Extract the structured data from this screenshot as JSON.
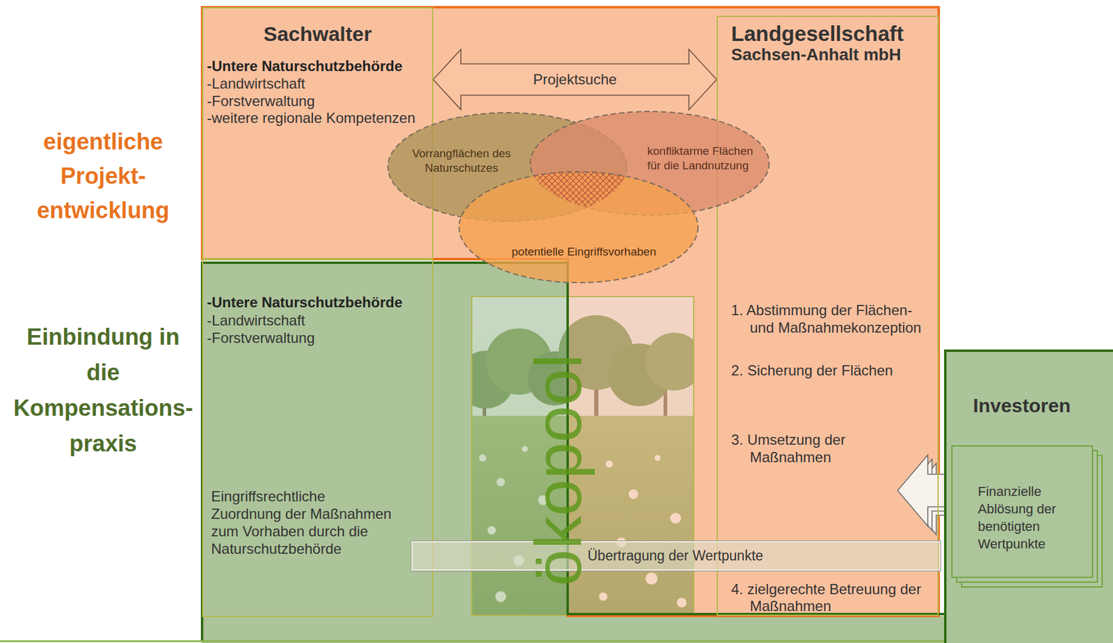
{
  "diagram": {
    "nodes": [
      {
        "text": [
          "Sachwalter",
          "-Untere Naturschutzbehörde",
          "-Landwirtschaft",
          "-Forstverwaltung",
          "-weitere regionale Kompetenzen"
        ]
      },
      {
        "text": [
          "Landgesellschaft",
          "Sachsen-Anhalt mbH",
          "1. Abstimmung der Flächen- und Maßnahmekonzeption",
          "2. Sicherung der Flächen",
          "3. Umsetzung der Maßnahmen",
          "4. zielgerechte Betreuung der Maßnahmen"
        ]
      },
      {
        "text": [
          "Vorrangflächen des Naturschutzes"
        ]
      },
      {
        "text": [
          "konfliktarme Flächen für die Landnutzung"
        ]
      },
      {
        "text": [
          "potentielle Eingriffsvorhaben"
        ]
      },
      {
        "text": [
          "-Untere Naturschutzbehörde",
          "-Landwirtschaft",
          "-Forstverwaltung",
          "Eingriffsrechtliche Zuordnung der Maßnahmen zum Vorhaben durch die Naturschutzbehörde"
        ]
      },
      {
        "text": [
          "Investoren"
        ]
      },
      {
        "text": [
          "Finanzielle Ablösung der benötigten Wertpunkte"
        ],
        "in": 6
      },
      {
        "text": [
          "Übertragung der Wertpunkte"
        ]
      }
    ],
    "edges": [
      {
        "from": 0,
        "to": 1,
        "arrow": "both",
        "label": "Projektsuche"
      },
      {
        "from": 7,
        "to": 1,
        "arrow": "to"
      }
    ],
    "labels": [
      "eigentliche Projekt- entwicklung",
      "Einbindung in die Kompensations- praxis",
      "ökopool"
    ]
  }
}
